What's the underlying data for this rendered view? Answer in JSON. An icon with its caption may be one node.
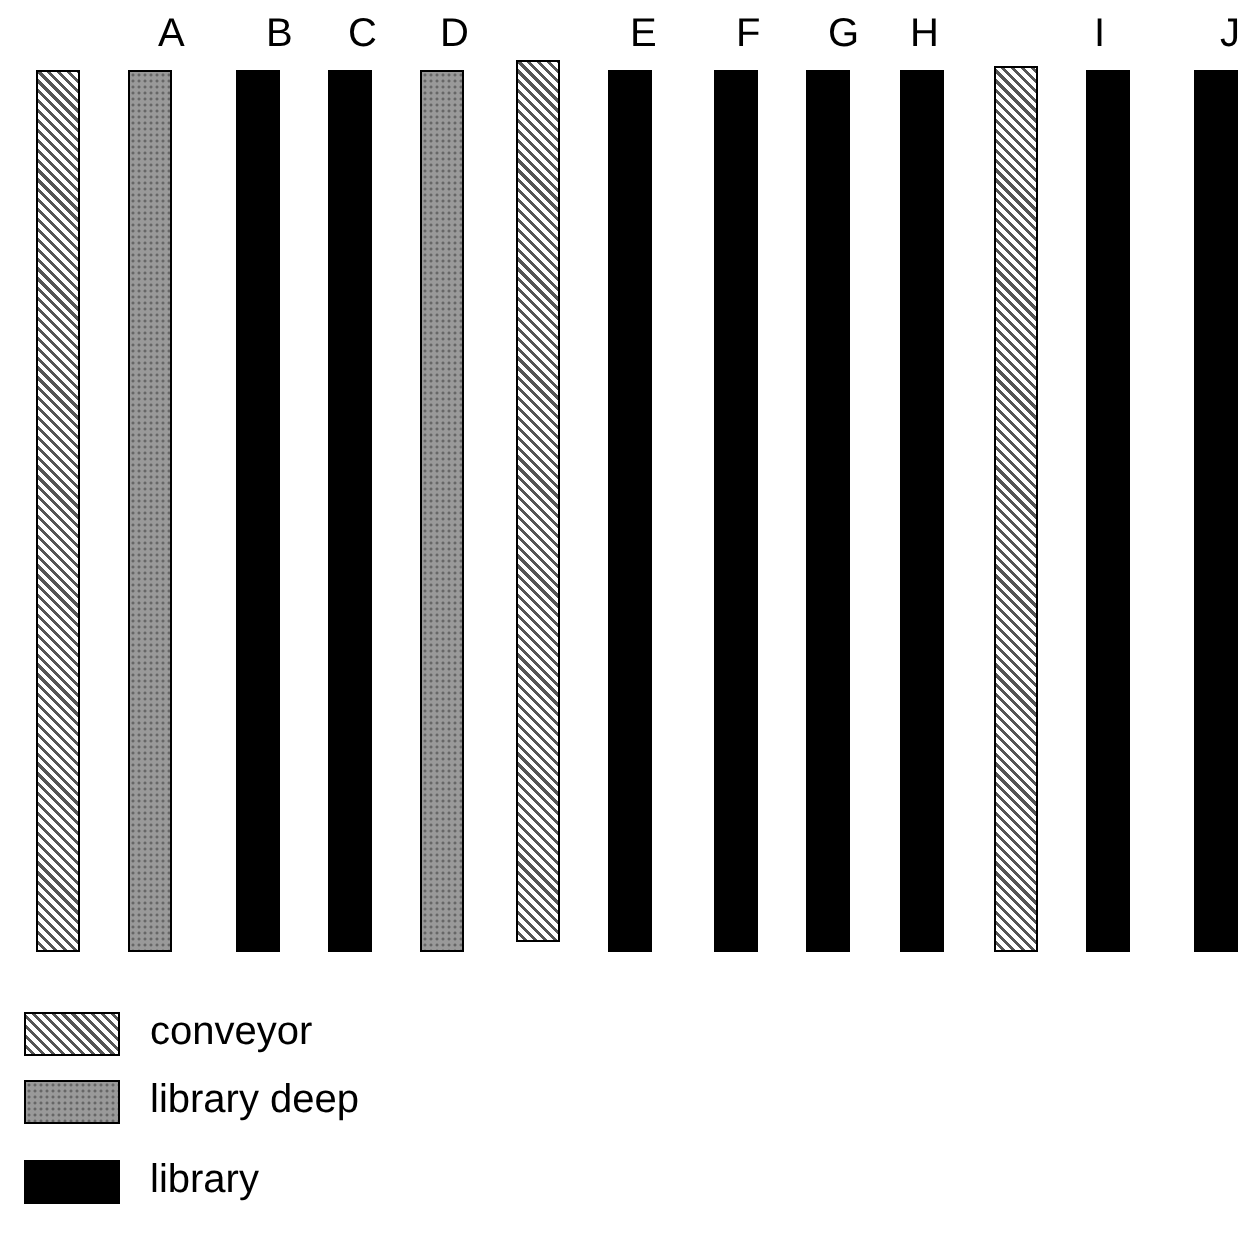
{
  "diagram": {
    "nodes": [
      {
        "text": [],
        "shape": "bar"
      },
      {
        "text": [
          "A"
        ]
      },
      {
        "text": [
          "B"
        ]
      },
      {
        "text": [
          "C"
        ]
      },
      {
        "text": [
          "D"
        ]
      },
      {
        "text": [],
        "shape": "bar"
      },
      {
        "text": [
          "E"
        ]
      },
      {
        "text": [
          "F"
        ]
      },
      {
        "text": [
          "G"
        ]
      },
      {
        "text": [
          "H"
        ]
      },
      {
        "text": [],
        "shape": "bar"
      },
      {
        "text": [
          "I"
        ]
      },
      {
        "text": [
          "J"
        ]
      }
    ],
    "edges": [],
    "legend": [
      {
        "text": "conveyor"
      },
      {
        "text": "library deep",
        "color": "#999999"
      },
      {
        "text": "library",
        "color": "#000000"
      }
    ]
  }
}
